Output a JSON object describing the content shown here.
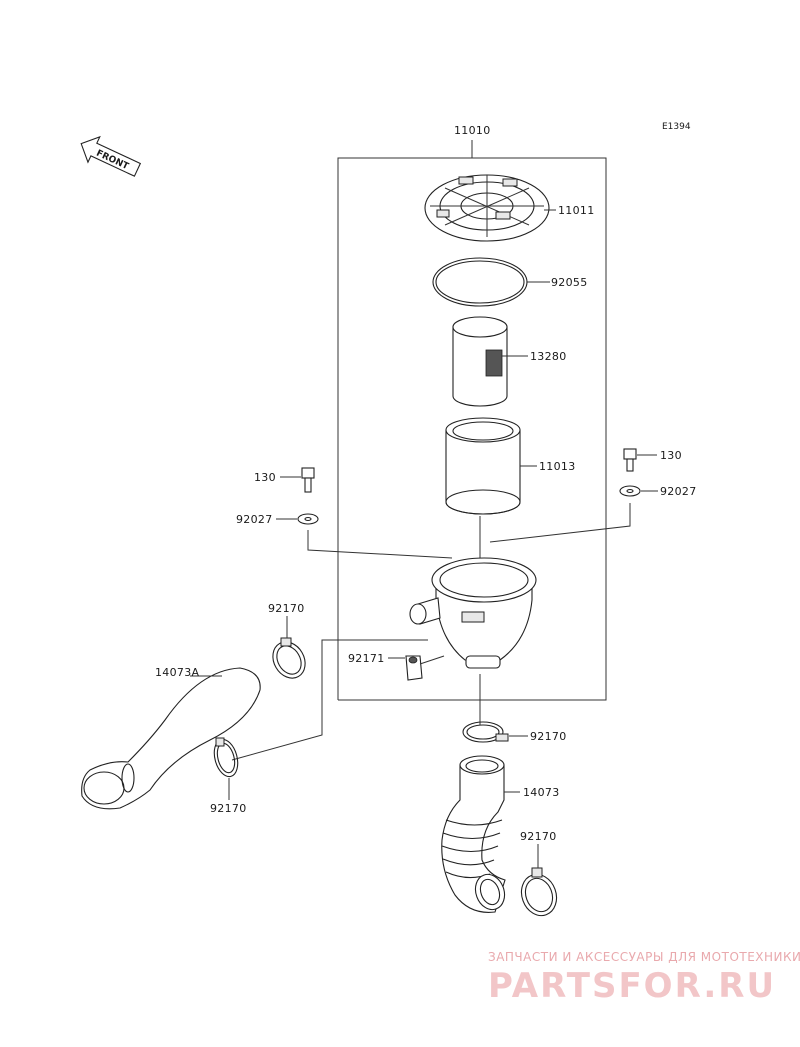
{
  "diagram": {
    "code": "E1394",
    "front_label": "FRONT",
    "labels": {
      "assembly": "11010",
      "cap": "11011",
      "oring": "92055",
      "inner_element": "13280",
      "outer_element": "11013",
      "bolt_left": "130",
      "bolt_right": "130",
      "washer_left": "92027",
      "washer_right": "92027",
      "clamp_upper_left": "92170",
      "clamp_lower_left": "92170",
      "clamp_center": "92170",
      "clamp_lower_right": "92170",
      "bracket": "92171",
      "duct": "14073A",
      "hose": "14073"
    }
  },
  "watermark": {
    "tagline": "ЗАПЧАСТИ И АКСЕССУАРЫ ДЛЯ МОТОТЕХНИКИ",
    "logo": "PARTSFOR.RU"
  }
}
